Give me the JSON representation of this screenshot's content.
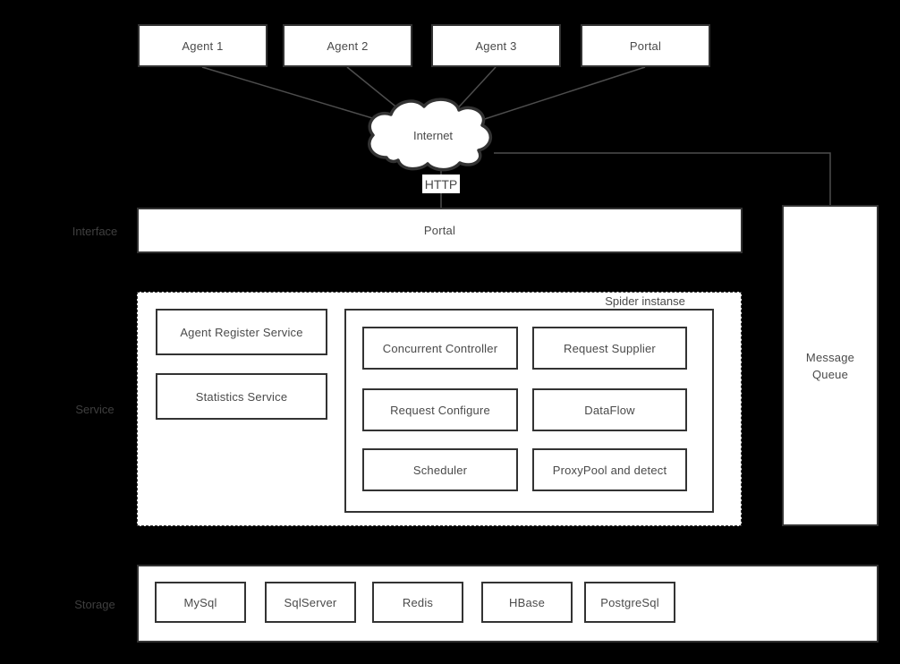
{
  "colors": {
    "background": "#000000",
    "box_fill": "#ffffff",
    "box_border": "#333333",
    "box_text": "#4a4a4a",
    "connector_line": "#4d4d4d",
    "layer_label_text": "#3f3f3f"
  },
  "top_nodes": [
    {
      "label": "Agent 1"
    },
    {
      "label": "Agent 2"
    },
    {
      "label": "Agent 3"
    },
    {
      "label": "Portal"
    }
  ],
  "cloud": {
    "label": "Internet"
  },
  "http": {
    "label": "HTTP"
  },
  "layers": {
    "interface": {
      "label": "Interface"
    },
    "service": {
      "label": "Service"
    },
    "storage": {
      "label": "Storage"
    }
  },
  "interface": {
    "portal": {
      "label": "Portal"
    }
  },
  "service": {
    "boxes": [
      {
        "label": "Agent Register Service"
      },
      {
        "label": "Statistics Service"
      }
    ],
    "spider": {
      "title": "Spider instanse",
      "modules": [
        {
          "label": "Concurrent Controller"
        },
        {
          "label": "Request Supplier"
        },
        {
          "label": "Request Configure"
        },
        {
          "label": "DataFlow"
        },
        {
          "label": "Scheduler"
        },
        {
          "label": "ProxyPool and detect"
        }
      ]
    }
  },
  "message_queue": {
    "label": "Message Queue"
  },
  "storage": {
    "databases": [
      {
        "label": "MySql"
      },
      {
        "label": "SqlServer"
      },
      {
        "label": "Redis"
      },
      {
        "label": "HBase"
      },
      {
        "label": "PostgreSql"
      }
    ]
  }
}
